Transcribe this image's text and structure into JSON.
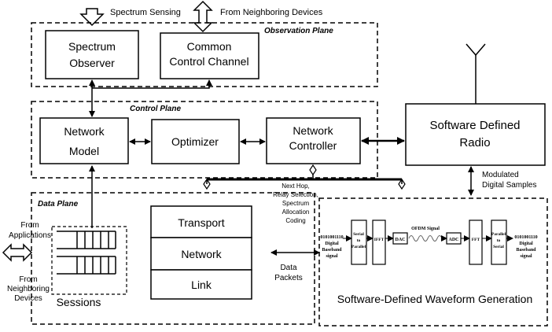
{
  "top_labels": {
    "spectrum_sensing": "Spectrum Sensing",
    "neighbor_devices": "From Neighboring Devices"
  },
  "planes": {
    "observation": "Observation Plane",
    "control": "Control Plane",
    "data": "Data Plane"
  },
  "observation": {
    "spectrum_observer": [
      "Spectrum",
      "Observer"
    ],
    "common_control": [
      "Common",
      "Control Channel"
    ]
  },
  "control": {
    "network_model": [
      "Network",
      "Model"
    ],
    "optimizer": "Optimizer",
    "network_controller": [
      "Network",
      "Controller"
    ]
  },
  "sdr": {
    "label": [
      "Software Defined",
      "Radio"
    ],
    "samples_label": [
      "Modulated",
      "Digital Samples"
    ]
  },
  "control_output": [
    "Next Hop,",
    "Relay Selection,",
    "Spectrum",
    "Allocation",
    "Coding"
  ],
  "data_plane": {
    "from_applications": [
      "From",
      "Applications"
    ],
    "from_neighboring": [
      "From",
      "Neighboring",
      "Devices"
    ],
    "sessions": "Sessions",
    "stack": [
      "Transport",
      "Network",
      "Link"
    ],
    "data_packets": [
      "Data",
      "Packets"
    ]
  },
  "waveform": {
    "title": "Software-Defined Waveform Generation",
    "input_bits": [
      "0101001110",
      "Digital",
      "Baseband",
      "signal"
    ],
    "output_bits": [
      "0101001110",
      "Digital",
      "Baseband",
      "signal"
    ],
    "s2p": [
      "Serial",
      "to",
      "Parallel"
    ],
    "ifft": "IFFT",
    "dac": "DAC",
    "ofdm": "OFDM Signal",
    "adc": "ADC",
    "fft": "FFT",
    "p2s": [
      "Parallel",
      "to",
      "Serial"
    ]
  },
  "colors": {
    "line": "#000000",
    "background": "#ffffff",
    "signal": "#666666"
  },
  "icons": [
    "antenna-icon",
    "double-arrow-icon",
    "hollow-arrow-icon"
  ]
}
